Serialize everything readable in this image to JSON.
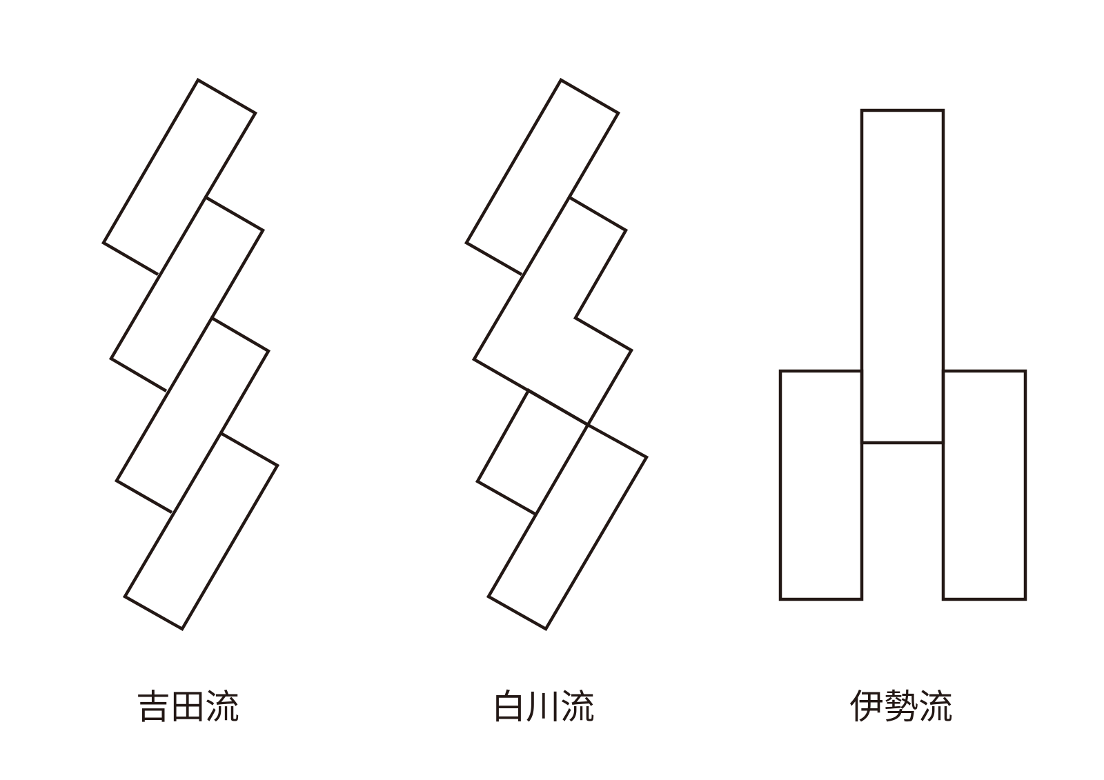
{
  "diagrams": [
    {
      "id": "yoshida",
      "label": "吉田流"
    },
    {
      "id": "shirakawa",
      "label": "白川流"
    },
    {
      "id": "ise",
      "label": "伊勢流"
    }
  ],
  "colors": {
    "stroke": "#231815",
    "background": "#ffffff"
  }
}
